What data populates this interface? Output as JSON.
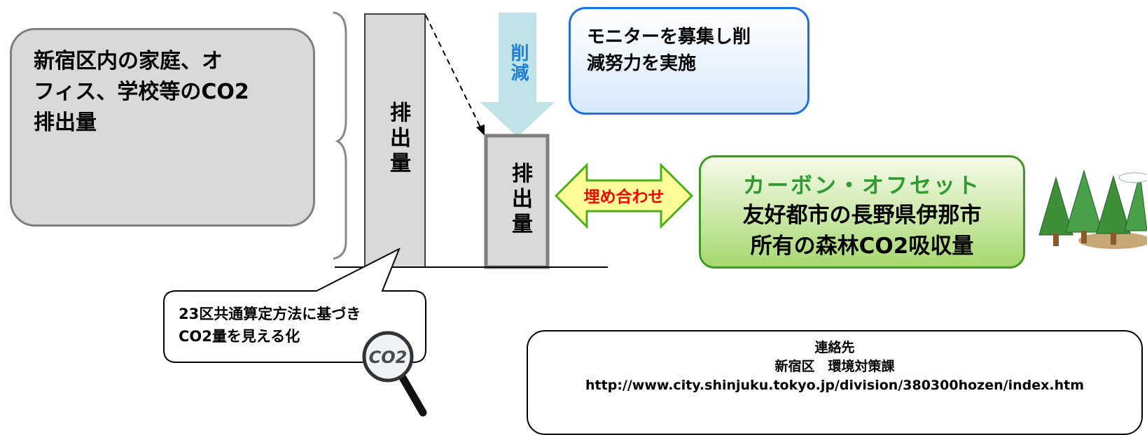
{
  "left_box": {
    "text": "新宿区内の家庭、オ\nフィス、学校等のCO2\n排出量"
  },
  "bar_original": {
    "label": "排出量"
  },
  "bar_reduced": {
    "label": "排出量"
  },
  "reduction_arrow": {
    "label": "削減"
  },
  "monitor_box": {
    "text": "モニターを募集し削\n減努力を実施"
  },
  "fill_arrow": {
    "label": "埋め合わせ"
  },
  "offset_box": {
    "title": "カーボン・オフセット",
    "body": "友好都市の長野県伊那市\n所有の森林CO2吸収量"
  },
  "callout": {
    "text": "23区共通算定方法に基づき\nCO2量を見える化"
  },
  "magnifier": {
    "label": "CO2"
  },
  "contact": {
    "text": "連絡先\n新宿区　環境対策課\nhttp://www.city.shinjuku.tokyo.jp/division/380300hozen/index.htm"
  },
  "colors": {
    "reduce_arrow": "#bfe3e6",
    "reduce_text": "#1f7fd6",
    "offset_green": "#3f9a24",
    "fill_arrow": "#ffff99",
    "fill_text": "#ff0000"
  }
}
